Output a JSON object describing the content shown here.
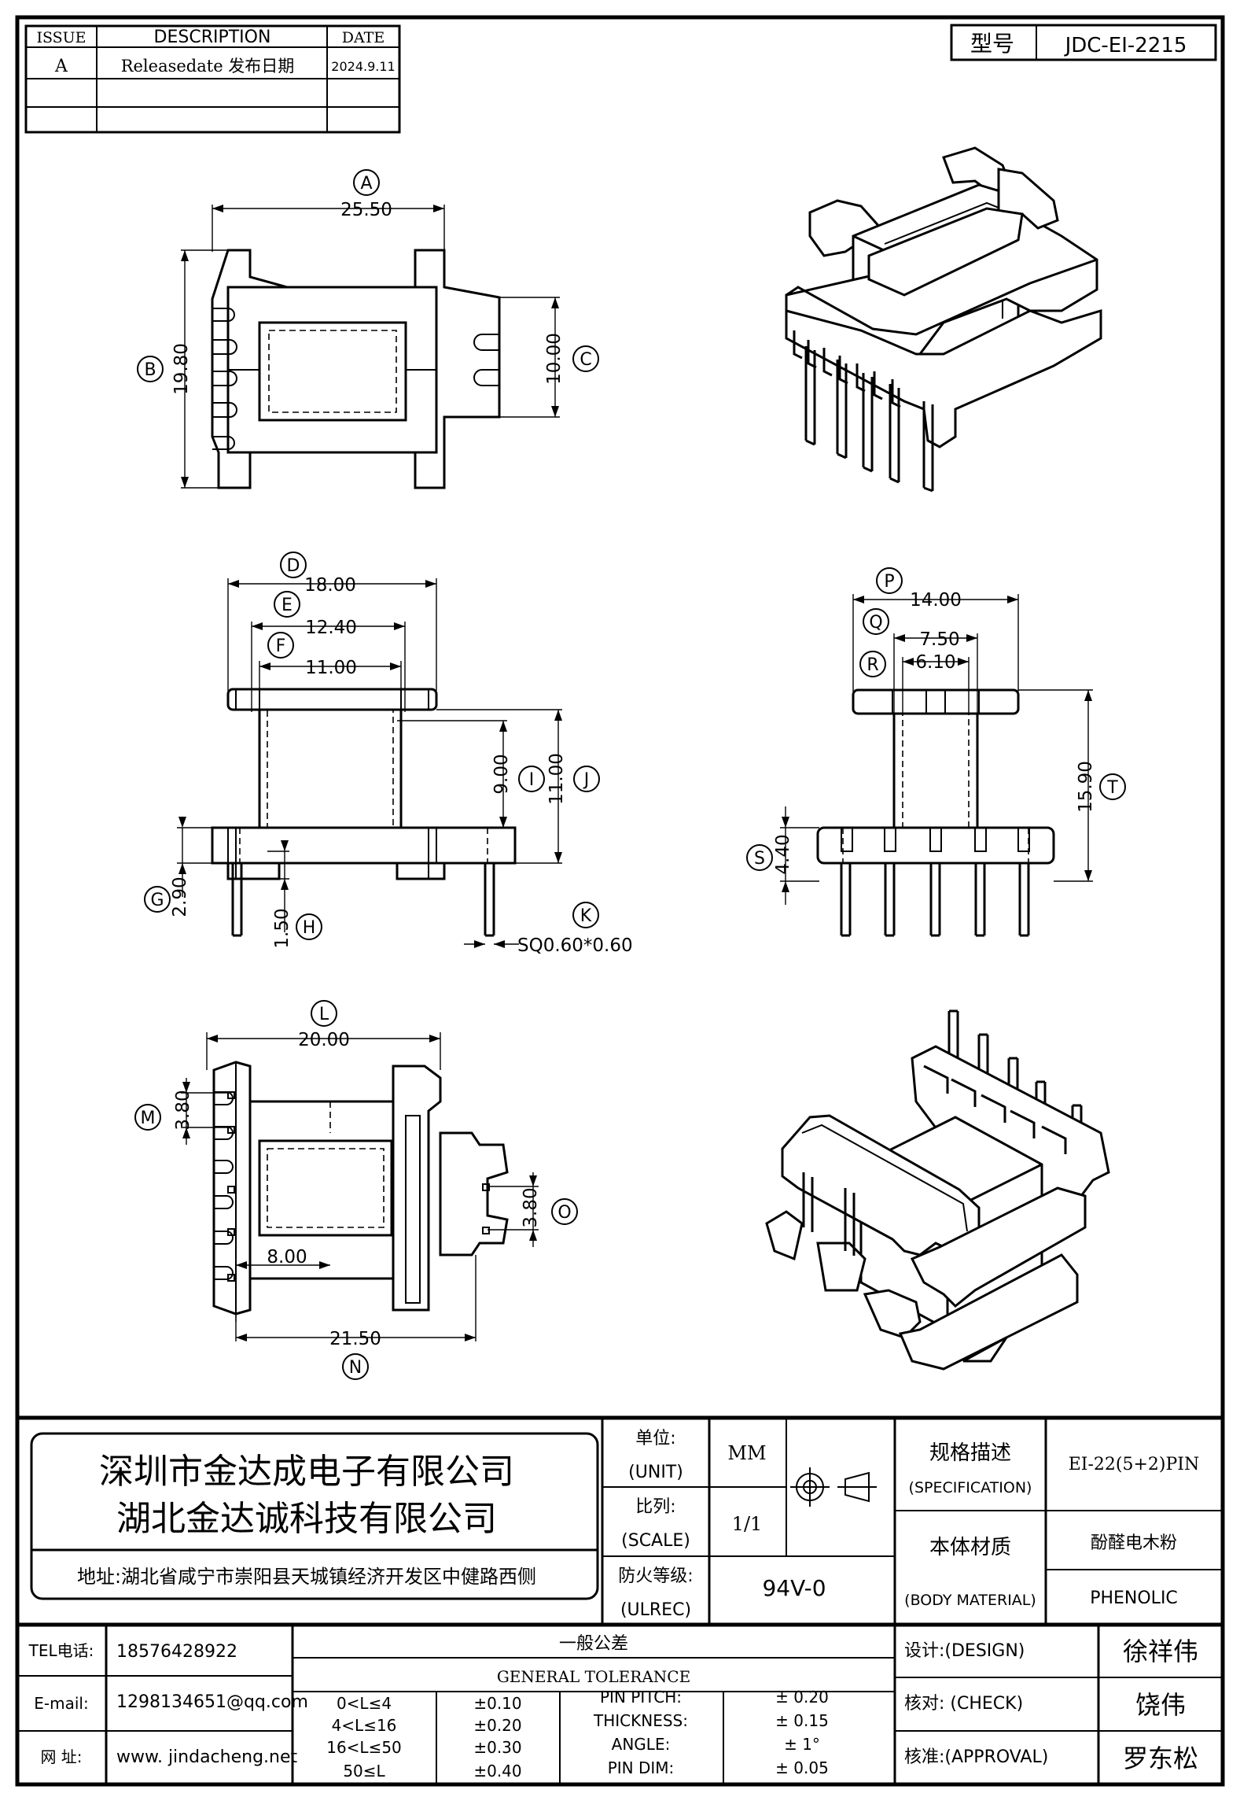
{
  "revision": {
    "headers": {
      "issue": "ISSUE",
      "description": "DESCRIPTION",
      "date": "DATE"
    },
    "rows": [
      {
        "issue": "A",
        "description": "Releasedate 发布日期",
        "date": "2024.9.11"
      }
    ]
  },
  "model": {
    "label": "型号",
    "value": "JDC-EI-2215"
  },
  "views": {
    "top": {
      "A": "A",
      "A_val": "25.50",
      "B": "B",
      "B_val": "19.80",
      "C": "C",
      "C_val": "10.00"
    },
    "front": {
      "D": "D",
      "D_val": "18.00",
      "E": "E",
      "E_val": "12.40",
      "F": "F",
      "F_val": "11.00",
      "I": "I",
      "I_val": "9.00",
      "J": "J",
      "J_val": "11.00",
      "G": "G",
      "G_val": "2.90",
      "H": "H",
      "H_val": "1.50",
      "K": "K",
      "K_val": "SQ0.60*0.60"
    },
    "side": {
      "P": "P",
      "P_val": "14.00",
      "Q": "Q",
      "Q_val": "7.50",
      "R": "R",
      "R_val": "6.10",
      "T": "T",
      "T_val": "15.90",
      "S": "S",
      "S_val": "4.40"
    },
    "bottom": {
      "L": "L",
      "L_val": "20.00",
      "M": "M",
      "M_val": "3.80",
      "O": "O",
      "O_val": "3.80",
      "eight": "8.00",
      "N": "N",
      "N_val": "21.50"
    }
  },
  "title_block": {
    "company1": "深圳市金达成电子有限公司",
    "company2": "湖北金达诚科技有限公司",
    "address": "地址:湖北省咸宁市崇阳县天城镇经济开发区中健路西侧",
    "unit_cn": "单位:",
    "unit_en": "(UNIT)",
    "unit_val": "MM",
    "scale_cn": "比列:",
    "scale_en": "(SCALE)",
    "scale_val": "1/1",
    "ul_cn": "防火等级:",
    "ul_en": "(ULREC)",
    "ul_val": "94V-0",
    "spec_cn": "规格描述",
    "spec_en": "(SPECIFICATION)",
    "spec_val": "EI-22(5+2)PIN",
    "material_cn": "本体材质",
    "material_en": "(BODY MATERIAL)",
    "material_val_cn": "酚醛电木粉",
    "material_val_en": "PHENOLIC",
    "tel_label": "TEL电话:",
    "tel": "18576428922",
    "email_label": "E-mail:",
    "email": "1298134651@qq.com",
    "web_label": "网   址:",
    "web": "www. jindacheng.net",
    "tol_cn": "一般公差",
    "tol_en": "GENERAL TOLERANCE",
    "tol_rows": [
      {
        "range": "0<L≤4",
        "tol": "±0.10",
        "item": "PIN PITCH:",
        "val": "±  0.20"
      },
      {
        "range": "4<L≤16",
        "tol": "±0.20",
        "item": "THICKNESS:",
        "val": "±  0.15"
      },
      {
        "range": "16<L≤50",
        "tol": "±0.30",
        "item": "ANGLE:",
        "val": "±  1°"
      },
      {
        "range": "50≤L",
        "tol": "±0.40",
        "item": "PIN DIM:",
        "val": "±  0.05"
      }
    ],
    "design_label": "设计:(DESIGN)",
    "design_name": "徐祥伟",
    "check_label": "核对: (CHECK)",
    "check_name": "饶伟",
    "approval_label": "核准:(APPROVAL)",
    "approval_name": "罗东松"
  }
}
